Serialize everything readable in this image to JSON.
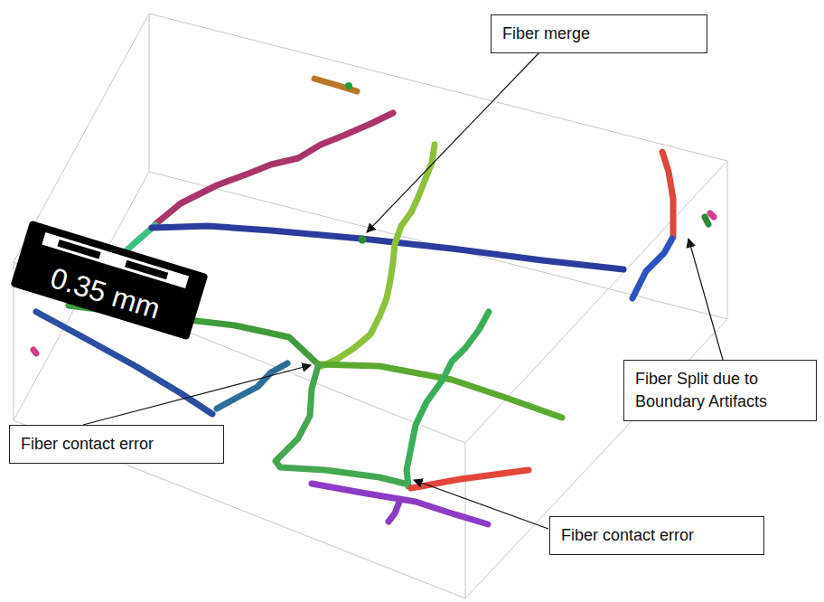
{
  "diagram": {
    "nodes": [
      {
        "text": [
          "Fiber merge"
        ]
      },
      {
        "text": [
          "0.35 mm"
        ]
      },
      {
        "text": [
          "Fiber Split due to Boundary Artifacts"
        ]
      },
      {
        "text": [
          "Fiber contact error"
        ]
      },
      {
        "text": [
          "Fiber contact error"
        ]
      }
    ]
  }
}
